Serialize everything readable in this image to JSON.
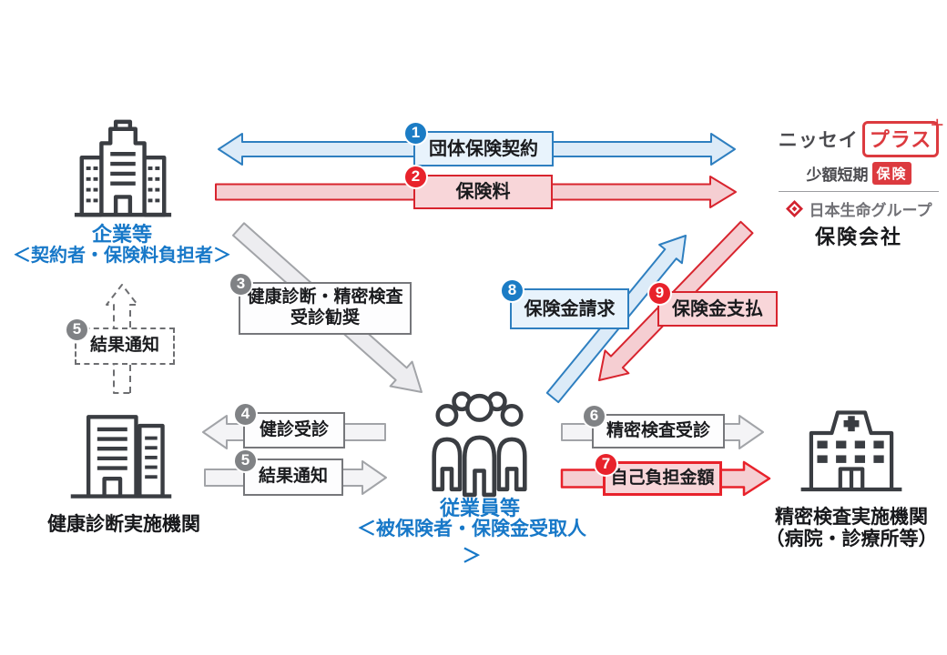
{
  "colors": {
    "blue_accent": "#1b7cc5",
    "blue_border": "#2e7fc0",
    "blue_fill": "#dcebf8",
    "blue_text": "#1778c8",
    "red_accent": "#e8222b",
    "red_border": "#d8242e",
    "red_fill": "#f5ced2",
    "gray_badge": "#808285",
    "gray_arrow_fill": "#ededf0",
    "gray_arrow_stroke": "#a2a4a8",
    "icon_dark": "#3a3d42",
    "logo_red": "#dc3a3f"
  },
  "entities": {
    "company": {
      "name": "企業等",
      "role": "＜契約者・保険料負担者＞"
    },
    "insurer": {
      "name": "保険会社"
    },
    "employees": {
      "name": "従業員等",
      "role": "＜被保険者・保険金受取人＞"
    },
    "checkup_org": {
      "name": "健康診断実施機関"
    },
    "exam_org": {
      "name": "精密検査実施機関",
      "sub": "（病院・診療所等）"
    }
  },
  "logo": {
    "nissay": "ニッセイ",
    "plus": "プラス",
    "plus_mark": "＋",
    "shogaku": "少額短期",
    "hoken": "保険",
    "group": "日本生命グループ"
  },
  "flows": {
    "f1": {
      "no": "1",
      "label": "団体保険契約"
    },
    "f2": {
      "no": "2",
      "label": "保険料"
    },
    "f3": {
      "no": "3",
      "label": "健康診断・精密検査",
      "label2": "受診勧奨"
    },
    "f4": {
      "no": "4",
      "label": "健診受診"
    },
    "f5a": {
      "no": "5",
      "label": "結果通知"
    },
    "f5b": {
      "no": "5",
      "label": "結果通知"
    },
    "f6": {
      "no": "6",
      "label": "精密検査受診"
    },
    "f7": {
      "no": "7",
      "label": "自己負担金額"
    },
    "f8": {
      "no": "8",
      "label": "保険金請求"
    },
    "f9": {
      "no": "9",
      "label": "保険金支払"
    }
  }
}
